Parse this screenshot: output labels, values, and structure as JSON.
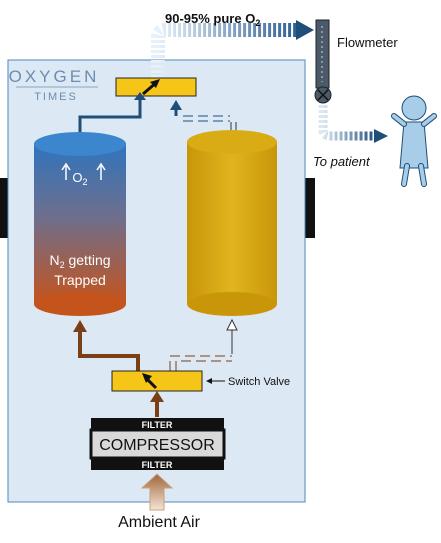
{
  "title": {
    "purity_prefix": "90-95% pure O",
    "purity_sub": "2"
  },
  "brand": {
    "line1": "OXYGEN",
    "line2": "TIMES"
  },
  "labels": {
    "flowmeter": "Flowmeter",
    "to_patient": "To patient",
    "switch_valve": "Switch Valve",
    "ambient_air": "Ambient Air"
  },
  "cylinder_left": {
    "o2_main": "O",
    "o2_sub": "2",
    "n2_line1_main": "N",
    "n2_line1_sub": "2",
    "n2_line1_rest": " getting",
    "n2_line2": "Trapped"
  },
  "compressor": {
    "filter_top": "FILTER",
    "label": "COMPRESSOR",
    "filter_bottom": "FILTER"
  },
  "colors": {
    "panel": "#dce9f5",
    "valve": "#f5c518",
    "pipe_brown": "#7a3f14",
    "pipe_blue": "#1f4e79",
    "arrow_blue": "#1f4e79",
    "left_cyl_top": "#2e6fb5",
    "left_cyl_bottom": "#c4541c",
    "right_cyl": "#d4a80c",
    "patient": "#a8cde8"
  }
}
